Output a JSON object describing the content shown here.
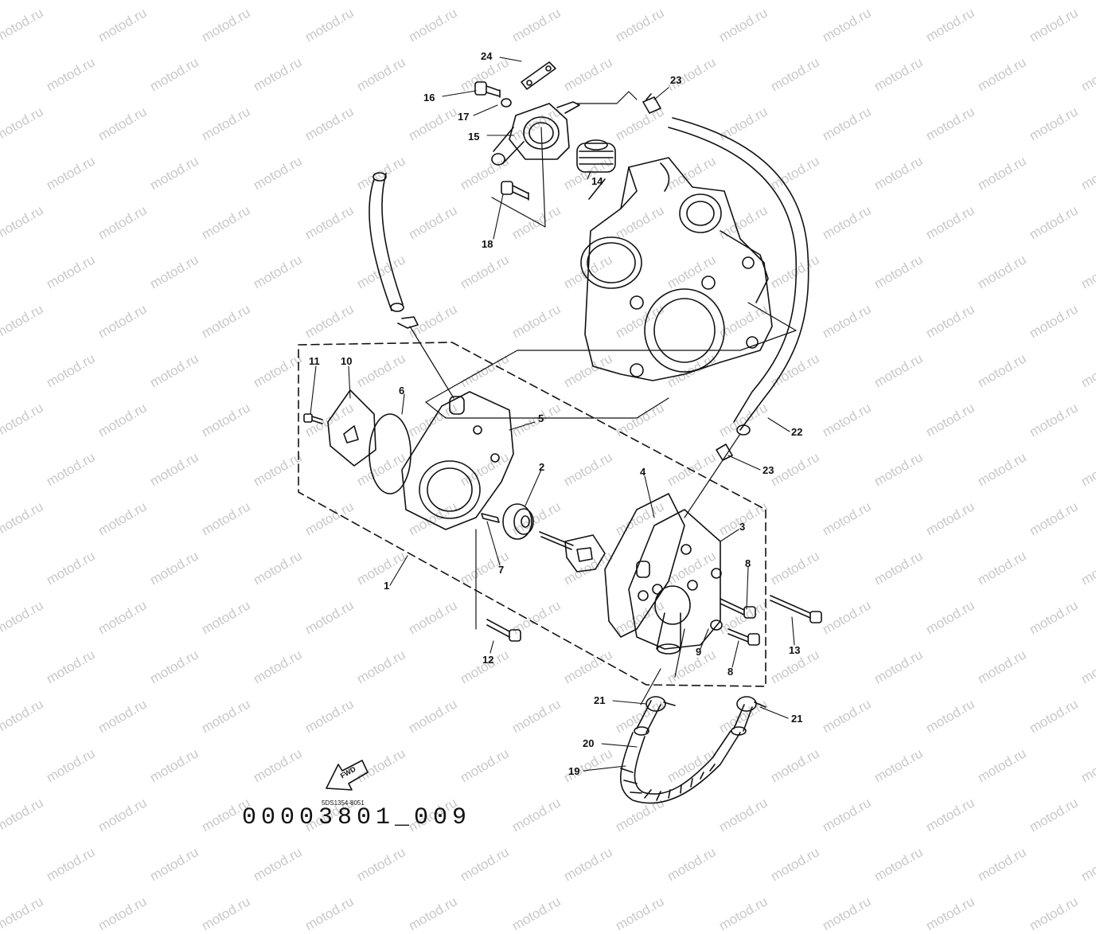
{
  "watermark": "motod.ru",
  "diagram_code": "5DS1354-8051",
  "bottom_code": "00003801_009",
  "fwd_label": "FWD",
  "callouts": {
    "n1": "1",
    "n2": "2",
    "n3": "3",
    "n4": "4",
    "n5": "5",
    "n6": "6",
    "n7": "7",
    "n8a": "8",
    "n8b": "8",
    "n9": "9",
    "n10": "10",
    "n11": "11",
    "n12": "12",
    "n13": "13",
    "n14": "14",
    "n15": "15",
    "n16": "16",
    "n17": "17",
    "n18": "18",
    "n19": "19",
    "n20": "20",
    "n21a": "21",
    "n21b": "21",
    "n22": "22",
    "n23a": "23",
    "n23b": "23",
    "n24": "24"
  }
}
